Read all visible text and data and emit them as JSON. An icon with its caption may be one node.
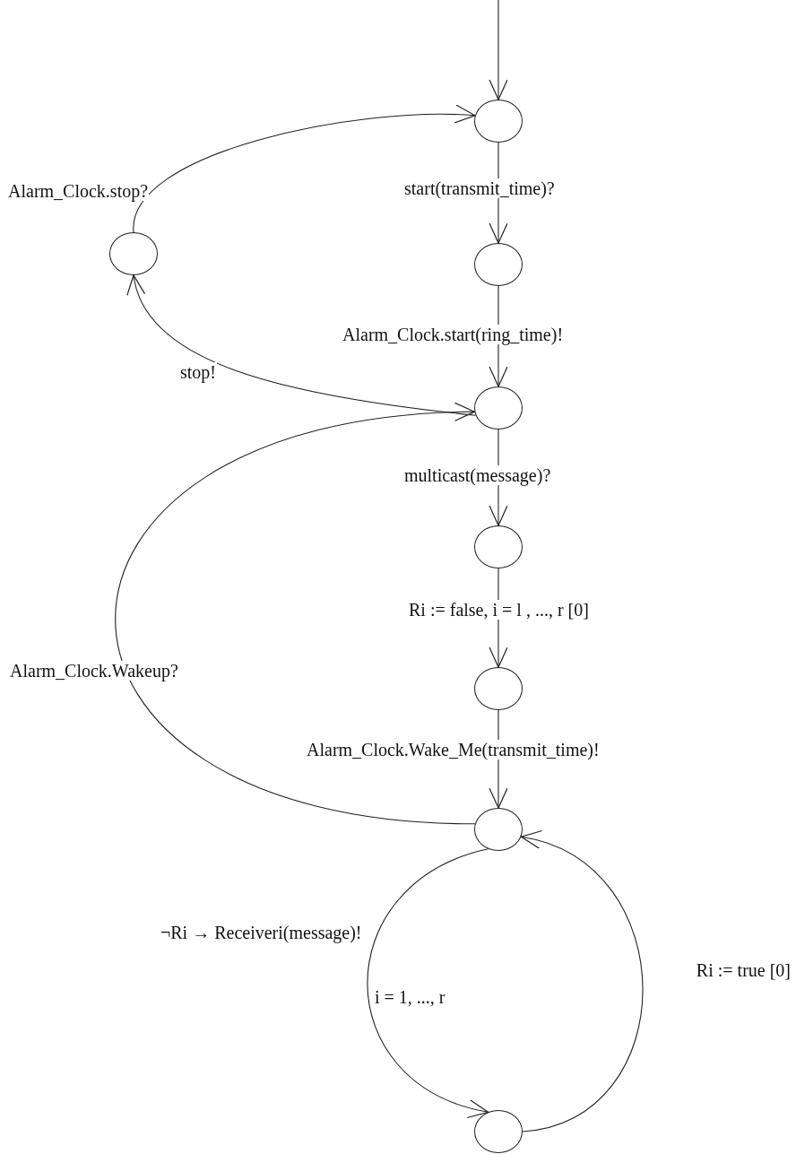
{
  "diagram": {
    "nodes": [
      {
        "text": [],
        "shape": "circle"
      },
      {
        "text": [],
        "shape": "circle"
      },
      {
        "text": [],
        "shape": "circle"
      },
      {
        "text": [],
        "shape": "circle"
      },
      {
        "text": [],
        "shape": "circle"
      },
      {
        "text": [],
        "shape": "circle"
      },
      {
        "text": [],
        "shape": "circle"
      },
      {
        "text": [],
        "shape": "circle"
      }
    ],
    "edges": [
      {
        "from": null,
        "to": 0,
        "arrow": "to"
      },
      {
        "from": 0,
        "to": 1,
        "arrow": "to",
        "label": "start(transmit_time)?"
      },
      {
        "from": 1,
        "to": 2,
        "arrow": "to",
        "label": "Alarm_Clock.start(ring_time)!"
      },
      {
        "from": 2,
        "to": 7,
        "arrow": "to",
        "label": "stop!"
      },
      {
        "from": 7,
        "to": 0,
        "arrow": "to",
        "label": "Alarm_Clock.stop?"
      },
      {
        "from": 2,
        "to": 3,
        "arrow": "to",
        "label": "multicast(message)?"
      },
      {
        "from": 3,
        "to": 4,
        "arrow": "to",
        "label": "Ri := false, i = l , ..., r [0]"
      },
      {
        "from": 4,
        "to": 5,
        "arrow": "to",
        "label": "Alarm_Clock.Wake_Me(transmit_time)!"
      },
      {
        "from": 5,
        "to": 2,
        "arrow": "to",
        "label": "Alarm_Clock.Wakeup?"
      },
      {
        "from": 5,
        "to": 6,
        "arrow": "to",
        "label": "¬Ri → Receiveri(message)!"
      },
      {
        "from": 6,
        "to": 5,
        "arrow": "to",
        "label": "Ri := true [0]"
      }
    ],
    "labels": [
      "i = 1, ..., r"
    ]
  }
}
